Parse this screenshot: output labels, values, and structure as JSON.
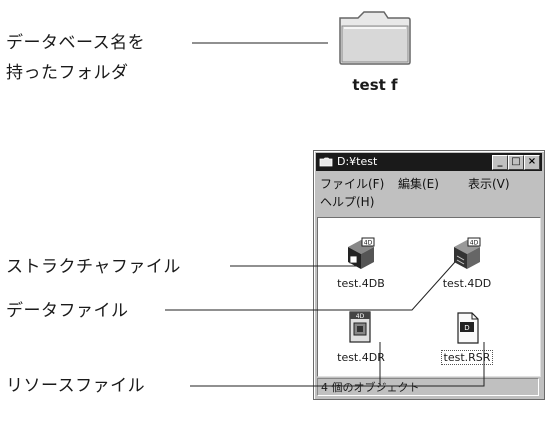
{
  "callouts": {
    "folder_line1": "データベース名を",
    "folder_line2": "持ったフォルダ",
    "structure": "ストラクチャファイル",
    "data": "データファイル",
    "resource": "リソースファイル"
  },
  "folder": {
    "caption": "test f",
    "icon": "folder-icon"
  },
  "window": {
    "title": "D:¥test",
    "menu": [
      "ファイル(F)",
      "編集(E)",
      "表示(V)",
      "ヘルプ(H)"
    ],
    "status": "4 個のオブジェクト",
    "files": [
      {
        "name": "test.4DB",
        "icon": "4d-structure-file-icon"
      },
      {
        "name": "test.4DD",
        "icon": "4d-data-file-icon"
      },
      {
        "name": "test.4DR",
        "icon": "4d-resource-file-icon"
      },
      {
        "name": "test.RSR",
        "icon": "rsr-file-icon"
      }
    ]
  },
  "colors": {
    "titlebar": "#1a1a1a",
    "window_face": "#c0c0c0"
  }
}
